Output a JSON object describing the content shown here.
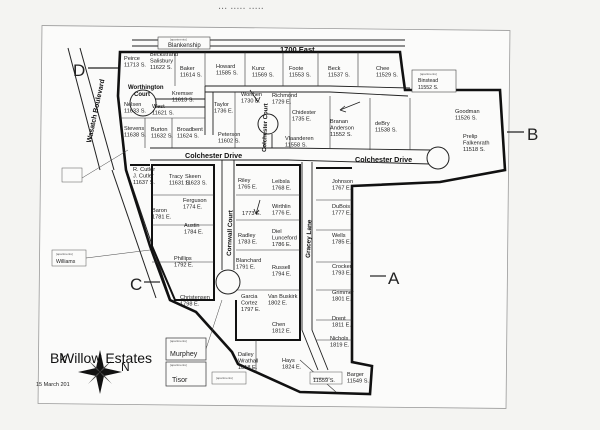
{
  "header_scrawl": "... ..... .....",
  "title": "Willow Estates",
  "title_prefix": "Bk",
  "date": "15 March 201",
  "compass_label": "N",
  "streets": {
    "wasatch": "Wasatch Boulevard",
    "east1700": "1700 East",
    "colchester_left": "Colchester Drive",
    "colchester_right": "Colchester Drive",
    "colchester_court": "Colchester Court",
    "worthington": "Worthington Court",
    "cornwall": "Cornwall Court",
    "gracey": "Gracey Lane"
  },
  "markers": [
    "D",
    "B",
    "C",
    "A"
  ],
  "labels": {
    "blankenship": "Blankenship",
    "williams": "Williams",
    "murphey": "Murphey",
    "tisor": "Tisor",
    "binstead": "Binstead\n11552 S.",
    "apartments": "[apartments]"
  },
  "lots": [
    {
      "id": "peirce",
      "text": "Peirce\n11713 S."
    },
    {
      "id": "beckstrand",
      "text": "Beckstrand\nSalisbury\n11622 S."
    },
    {
      "id": "baker",
      "text": "Baker\n11614 S."
    },
    {
      "id": "howard",
      "text": "Howard\n11585 S."
    },
    {
      "id": "kunz",
      "text": "Kunz\n11569 S."
    },
    {
      "id": "foote",
      "text": "Foote\n11553 S."
    },
    {
      "id": "beck",
      "text": "Beck\n11537 S."
    },
    {
      "id": "chee",
      "text": "Chee\n11529 S."
    },
    {
      "id": "kremser",
      "text": "Kremser\n11613 S."
    },
    {
      "id": "nelsen",
      "text": "Nelsen\n11633 S."
    },
    {
      "id": "west",
      "text": "West\n11621 S."
    },
    {
      "id": "taylor",
      "text": "Taylor\n1736 E."
    },
    {
      "id": "worthen",
      "text": "Worthen\n1730 E."
    },
    {
      "id": "richmond",
      "text": "Richmond\n1729 E."
    },
    {
      "id": "goodman",
      "text": "Goodman\n11526 S."
    },
    {
      "id": "stevens",
      "text": "Stevens\n11638 S."
    },
    {
      "id": "burton",
      "text": "Burton\n11632 S."
    },
    {
      "id": "broadbent",
      "text": "Broadbent\n11624 S."
    },
    {
      "id": "peterson",
      "text": "Peterson\n11602 S."
    },
    {
      "id": "chidester",
      "text": "Chidester\n1735 E."
    },
    {
      "id": "branan",
      "text": "Branan\nAnderson\n11552 S."
    },
    {
      "id": "debry",
      "text": "deBry\n11538 S."
    },
    {
      "id": "vlaanderen",
      "text": "Vlaanderen\n11558 S."
    },
    {
      "id": "prelip",
      "text": "Prelip\nFalkenrath\n11518 S."
    },
    {
      "id": "cutler",
      "text": "R. Cutler\nJ. Cutler\n11637 S."
    },
    {
      "id": "tracy",
      "text": "Tracy\n11631 S."
    },
    {
      "id": "skeen",
      "text": "Skeen\n11623 S."
    },
    {
      "id": "riley",
      "text": "Riley\n1765 E."
    },
    {
      "id": "leibsla",
      "text": "Leibsla\n1768 E."
    },
    {
      "id": "johnson",
      "text": "Johnson\n1767 E."
    },
    {
      "id": "ferguson",
      "text": "Ferguson\n1774 E."
    },
    {
      "id": "baron",
      "text": "Baron\n1781 E."
    },
    {
      "id": "lot1773",
      "text": "1773 E."
    },
    {
      "id": "wirthlin",
      "text": "Wirthlin\n1776 E."
    },
    {
      "id": "dubois",
      "text": "DuBois\n1777 E."
    },
    {
      "id": "austin",
      "text": "Austin\n1784 E."
    },
    {
      "id": "radley",
      "text": "Radley\n1783 E."
    },
    {
      "id": "diel",
      "text": "Diel\nLunceford\n1786 E."
    },
    {
      "id": "wells",
      "text": "Wells\n1785 E."
    },
    {
      "id": "phillips",
      "text": "Phillips\n1792 E."
    },
    {
      "id": "blanchard",
      "text": "Blanchard\n1791 E."
    },
    {
      "id": "russell",
      "text": "Russell\n1794 E."
    },
    {
      "id": "crocker",
      "text": "Crocker\n1793 E."
    },
    {
      "id": "christensen",
      "text": "Christensen\n1798 E."
    },
    {
      "id": "garcia",
      "text": "Garcia\nCortez\n1797 E."
    },
    {
      "id": "vanbuskirk",
      "text": "Van Buskirk\n1802 E."
    },
    {
      "id": "grimmer",
      "text": "Grimmer\n1801 E."
    },
    {
      "id": "drent",
      "text": "Drent\n1811 E."
    },
    {
      "id": "chen",
      "text": "Chen\n1812 E."
    },
    {
      "id": "nichols",
      "text": "Nichols\n1819 E."
    },
    {
      "id": "dailey",
      "text": "Dailey\nWrathall\n1818 E."
    },
    {
      "id": "hays",
      "text": "Hays\n1824 E."
    },
    {
      "id": "lot11559",
      "text": "11559 S."
    },
    {
      "id": "barger",
      "text": "Barger\n11549 S."
    }
  ]
}
